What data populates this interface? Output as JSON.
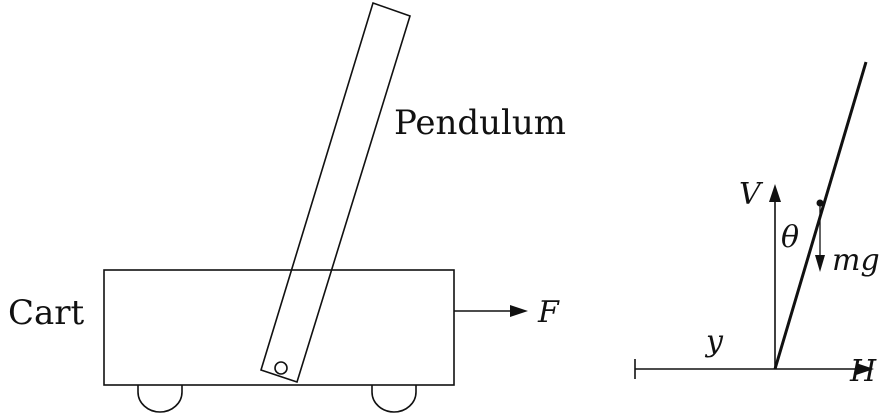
{
  "diagram": {
    "labels": {
      "pendulum": "Pendulum",
      "cart": "Cart",
      "force": "F",
      "vertical_force": "V",
      "angle": "θ",
      "weight": "mg",
      "position": "y",
      "horizontal_force": "H"
    },
    "colors": {
      "ink": "#111111",
      "background": "#ffffff"
    }
  }
}
